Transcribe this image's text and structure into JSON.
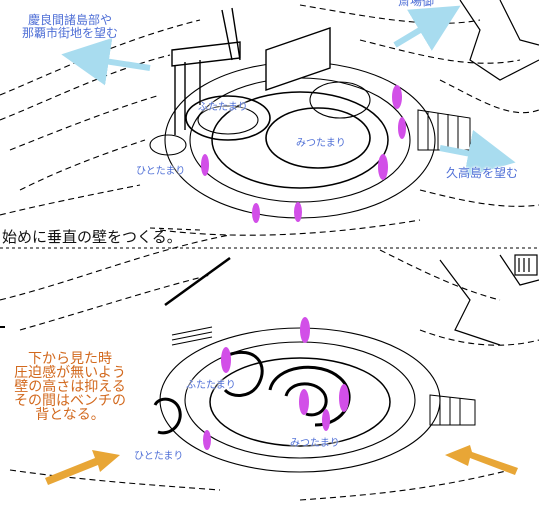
{
  "top_panel": {
    "view_left": "慶良間諸島部や\n那覇市街地を望む",
    "view_right": "久高島を望む",
    "view_top_right": "斎場御",
    "pools": [
      "ふたたまり",
      "みつたまり",
      "ひとたまり"
    ],
    "caption": "始めに垂直の壁をつくる。"
  },
  "bottom_panel": {
    "pools": [
      "ふたたまり",
      "みつたまり",
      "ひとたまり"
    ],
    "note": "下から見た時\n圧迫感が無いよう\n壁の高さは抑える\nその間はベンチの\n背となる。"
  },
  "colors": {
    "label_blue": "#4f6fd6",
    "note_orange": "#d2691e",
    "marker_magenta": "#d24fe8",
    "arrow_light_blue": "#a8dcef",
    "arrow_orange": "#e8a636"
  }
}
